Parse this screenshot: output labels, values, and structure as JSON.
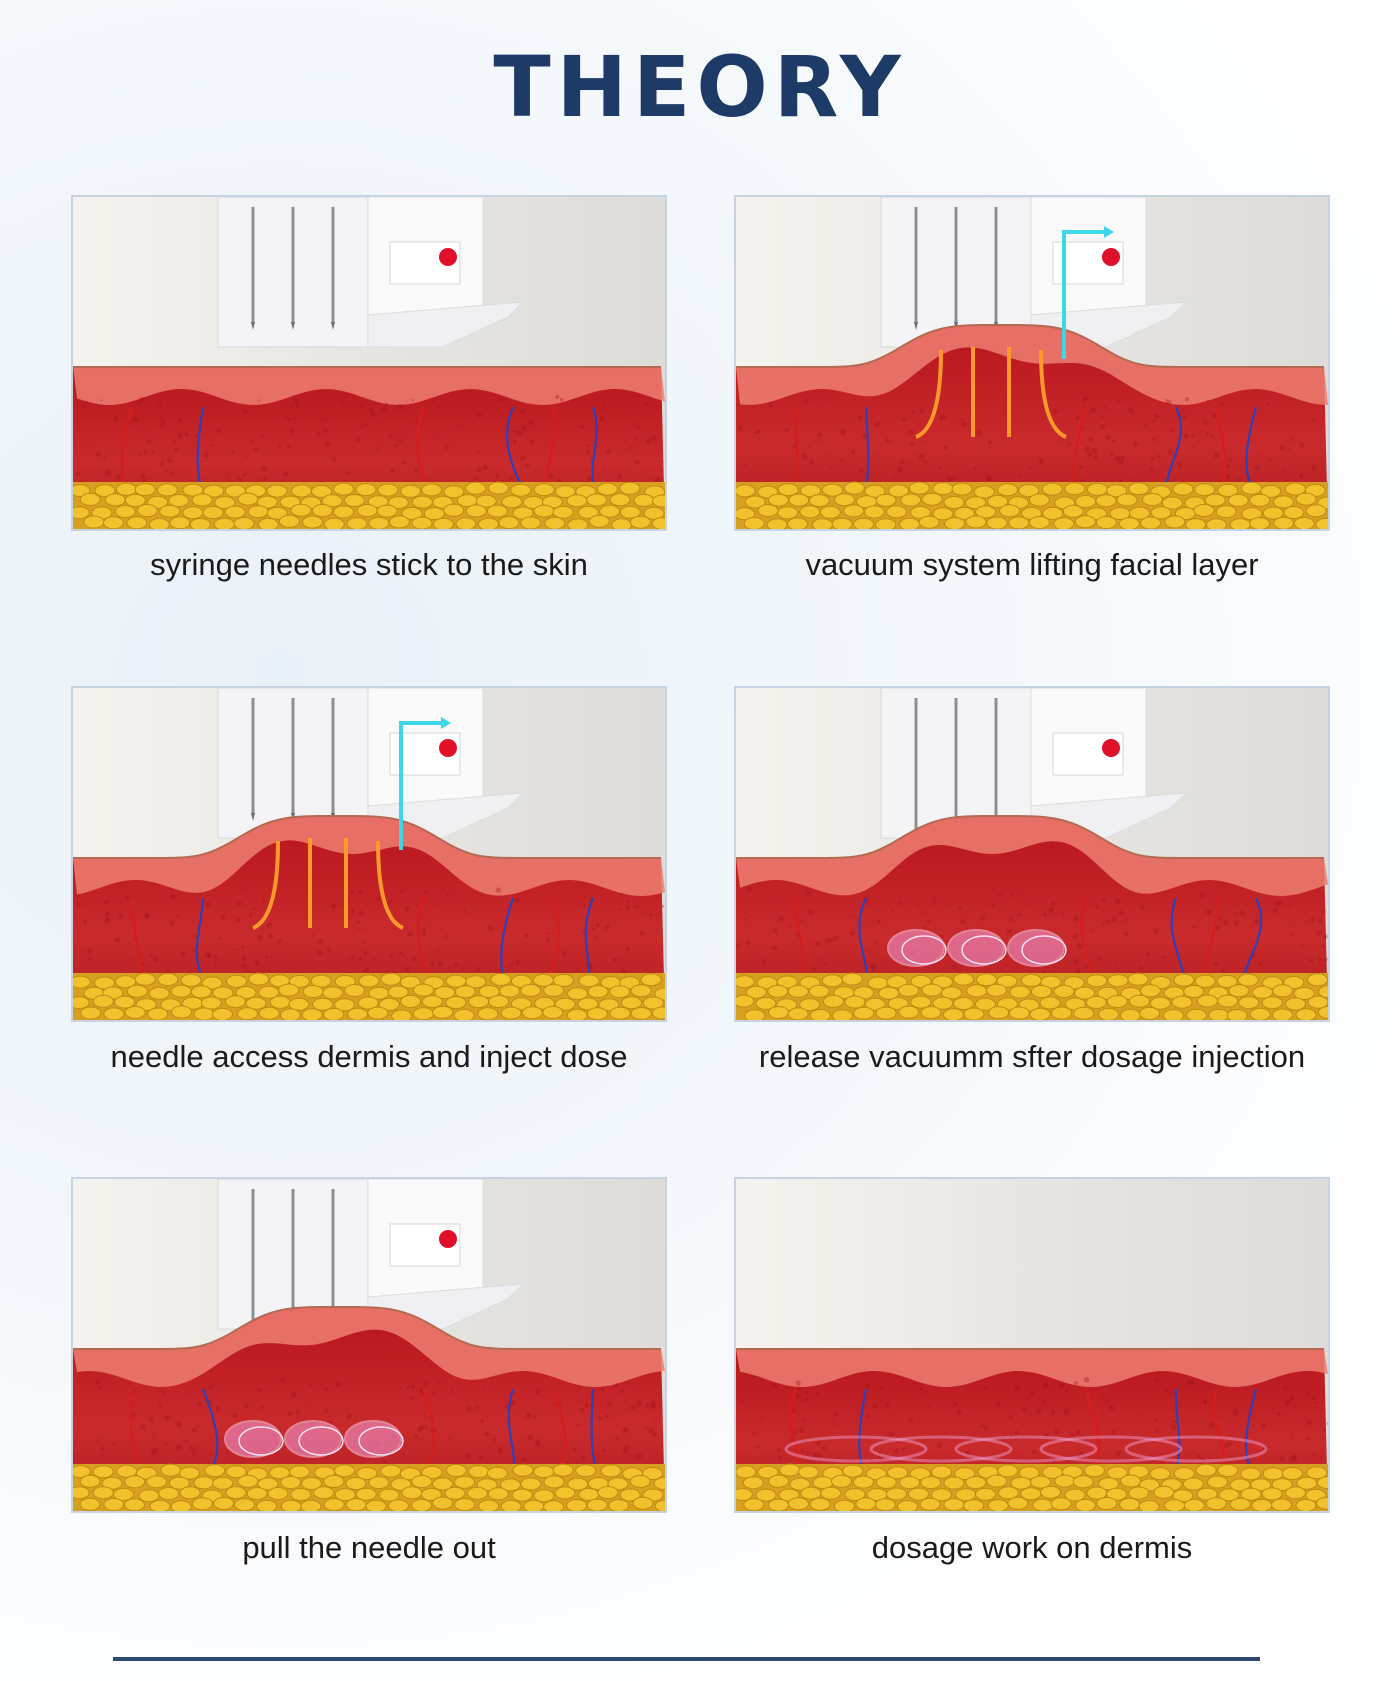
{
  "header": {
    "title": "THEORY"
  },
  "steps": [
    {
      "caption": "syringe needles stick to the skin",
      "lift": 0,
      "needles_down": false,
      "arrow": false,
      "heat": false,
      "bubbles": false,
      "pull_out": false,
      "device": true,
      "diffused": false
    },
    {
      "caption": "vacuum system lifting facial layer",
      "lift": 1,
      "needles_down": false,
      "arrow": true,
      "heat": true,
      "bubbles": false,
      "pull_out": false,
      "device": true,
      "diffused": false
    },
    {
      "caption": "needle access dermis and inject dose",
      "lift": 1,
      "needles_down": false,
      "arrow": true,
      "heat": true,
      "bubbles": false,
      "pull_out": false,
      "device": true,
      "diffused": false
    },
    {
      "caption": "release vacuumm sfter dosage injection",
      "lift": 1,
      "needles_down": true,
      "arrow": false,
      "heat": false,
      "bubbles": true,
      "pull_out": false,
      "device": true,
      "diffused": false
    },
    {
      "caption": "pull the needle out",
      "lift": 1,
      "needles_down": true,
      "arrow": false,
      "heat": false,
      "bubbles": true,
      "pull_out": true,
      "device": true,
      "diffused": false
    },
    {
      "caption": "dosage work on dermis",
      "lift": 0,
      "needles_down": false,
      "arrow": false,
      "heat": false,
      "bubbles": false,
      "pull_out": false,
      "device": false,
      "diffused": true
    }
  ],
  "colors": {
    "title": "#1e3a66",
    "dermis": "#c42a2c",
    "epidermis": "#ef7f72",
    "fat": "#f2c22d",
    "vessel_red": "#d81c1c",
    "vessel_blue": "#2f3fb8",
    "heat": "#ff9a2a",
    "vacuum_arrow": "#3fd6ea",
    "bubble": "#f29bd8",
    "device": "#f4f4f6",
    "indicator": "#e0102a"
  }
}
